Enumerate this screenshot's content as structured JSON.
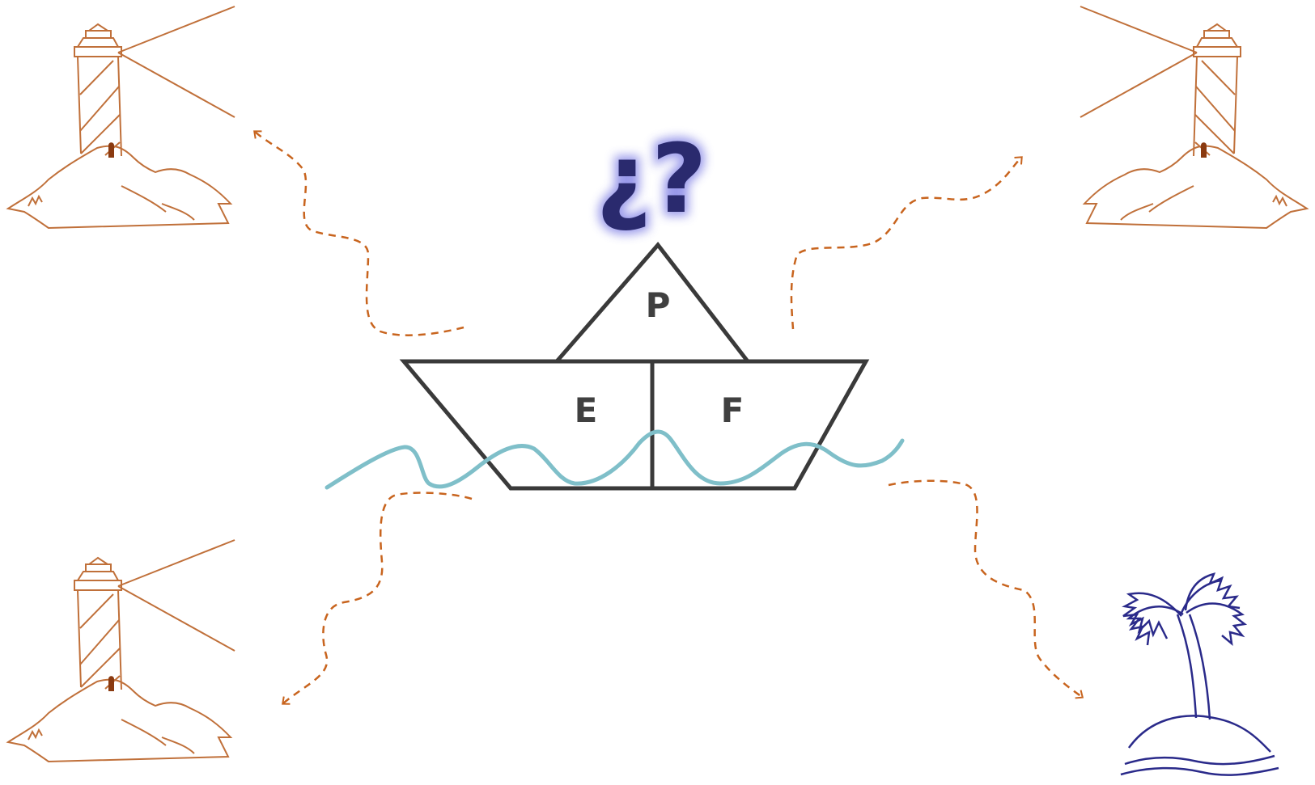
{
  "question_mark": "¿?",
  "boat": {
    "sail_label": "P",
    "left_hull_label": "E",
    "right_hull_label": "F"
  },
  "colors": {
    "boat_outline": "#3a3a3a",
    "label_text": "#404040",
    "question_mark": "#2a2a6e",
    "question_glow": "#8f8fe8",
    "wave": "#7fbfc9",
    "dashed_path": "#c8641e",
    "lighthouse": "#c0703a",
    "island": "#2a2a8a"
  },
  "icons": [
    "lighthouse-icon",
    "lighthouse-icon",
    "lighthouse-icon",
    "palm-island-icon"
  ]
}
